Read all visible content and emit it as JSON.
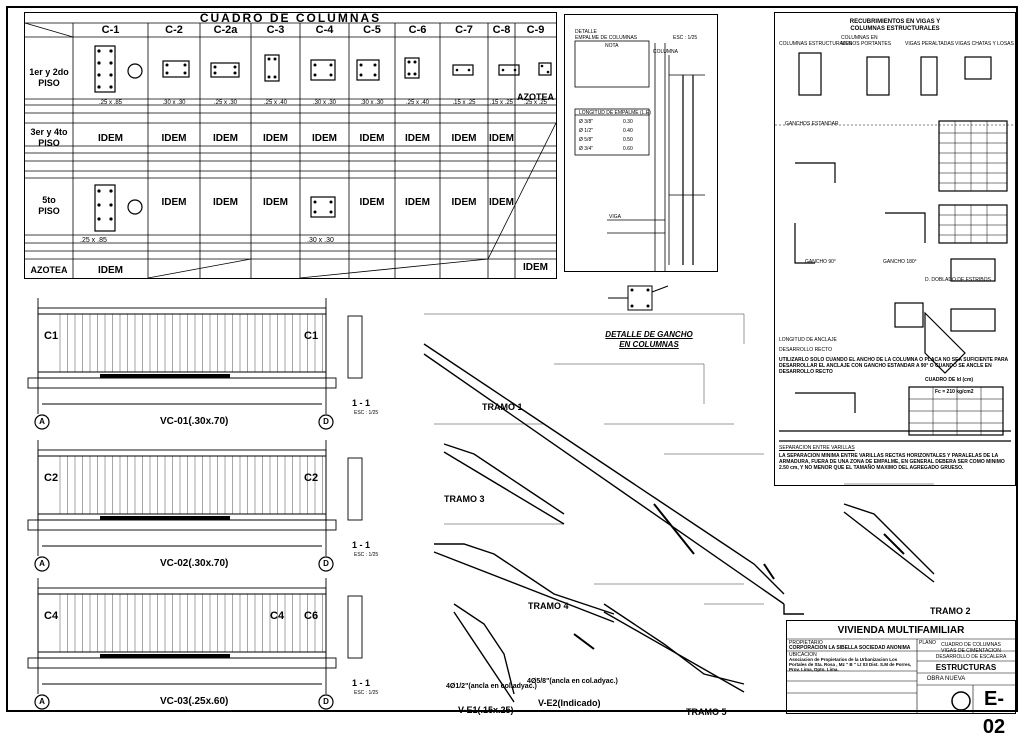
{
  "sheet_code": "E-02",
  "columns_table": {
    "title": "CUADRO  DE  COLUMNAS",
    "columns": [
      "C-1",
      "C-2",
      "C-2a",
      "C-3",
      "C-4",
      "C-5",
      "C-6",
      "C-7",
      "C-8",
      "C-9"
    ],
    "rows": [
      "1er y 2do\nPISO",
      "3er y 4to\nPISO",
      "5to\nPISO",
      "AZOTEA"
    ],
    "idem": "IDEM",
    "azotea_label": "AZOTEA",
    "sizes_row1": [
      ".25 x .85",
      ".30 x .30",
      ".25 x .30",
      ".25 x .40",
      ".30 x .30",
      ".30 x .30",
      ".25 x .40",
      ".15 x .25",
      ".15 x .25",
      ".25 x .25"
    ],
    "size_5to_c1": ".25 x .85",
    "size_5to_c4": ".30 x .30"
  },
  "detail_empalme": {
    "title": "DETALLE\nEMPALME DE COLUMNAS",
    "scale": "ESC : 1/25",
    "note_title": "NOTA",
    "table_title": "LONGITUD DE EMPALME (L.E)",
    "rows": [
      [
        "Ø 3/8\"",
        "0.30"
      ],
      [
        "Ø 1/2\"",
        "0.40"
      ],
      [
        "Ø 5/8\"",
        "0.50"
      ],
      [
        "Ø 3/4\"",
        "0.60"
      ]
    ],
    "viga_label": "VIGA",
    "columna_label": "COLUMNA"
  },
  "detalle_gancho": {
    "title_line1": "DETALLE  DE  GANCHO",
    "title_line2": "EN  COLUMNAS"
  },
  "recubrimientos": {
    "title_line1": "RECUBRIMIENTOS EN VIGAS Y",
    "title_line2": "COLUMNAS ESTRUCTURALES",
    "labels": [
      "COLUMNAS ESTRUCTURALES",
      "COLUMNAS EN\nMUROS PORTANTES",
      "VIGAS PERALTADAS",
      "VIGAS CHATAS Y LOSAS"
    ],
    "ganchos_title": "GANCHOS ESTANDAR",
    "anclaje_title": "LONGITUD DE ANCLAJE",
    "desarrollo_title": "DESARROLLO RECTO",
    "empalme_note": "UTILIZARLO SOLO CUANDO EL ANCHO DE LA COLUMNA O PLACA NO SEA SUFICIENTE PARA DESARROLLAR EL ANCLAJE CON GANCHO ESTANDAR A 90° O CUANDO SE ANCLE EN DESARROLLO RECTO",
    "ld_title": "CUADRO DE ld (cm)",
    "ld_fc": "Fc = 210 kg/cm2",
    "separacion_title": "SEPARACION ENTRE VARILLAS",
    "separacion_text": "LA SEPARACION MINIMA ENTRE VARILLAS RECTAS HORIZONTALES Y PARALELAS DE LA ARMADURA, FUERA DE UNA ZONA DE EMPALME, EN GENERAL DEBERA SER COMO MINIMO 2.50 cm, Y NO MENOR QUE EL TAMAÑO MAXIMO DEL AGREGADO GRUESO.",
    "gancho90": "GANCHO 90°",
    "gancho180": "GANCHO 180°",
    "doblado": "D. DOBLADO DE ESTRIBOS"
  },
  "vigas": [
    {
      "title": "VC-01(.30x.70)",
      "col_left": "C1",
      "col_right": "C1",
      "axis_left": "A",
      "axis_right": "D",
      "section": "1 - 1",
      "section_scale": "ESC : 1/25"
    },
    {
      "title": "VC-02(.30x.70)",
      "col_left": "C2",
      "col_right": "C2",
      "axis_left": "A",
      "axis_right": "D",
      "section": "1 - 1",
      "section_scale": "ESC : 1/25"
    },
    {
      "title": "VC-03(.25x.60)",
      "col_left": "C4",
      "col_right": "C6",
      "col_mid": "C4",
      "axis_left": "A",
      "axis_right": "D",
      "section": "1 - 1",
      "section_scale": "ESC : 1/25"
    }
  ],
  "escalera": {
    "tramos": [
      "TRAMO 1",
      "TRAMO 2",
      "TRAMO 3",
      "TRAMO 4",
      "TRAMO 5"
    ],
    "ve1_note": "4Ø1/2\"(ancla en col.adyac.)",
    "ve1_title": "V-E1(.15x.25)",
    "ve2_note": "4Ø5/8\"(ancla en col.adyac.)",
    "ve2_title": "V-E2(Indicado)"
  },
  "title_block": {
    "project": "VIVIENDA MULTIFAMILIAR",
    "owner_label": "PROPIETARIO",
    "owner": "CORPORACION LA SIBELLA SOCIEDAD ANONIMA",
    "location_label": "UBICACION",
    "location": "Asociacion de Propietarios de la Urbanizacion Los Portales de Sta. Rosa , Mz \" B \" Lt 03 Dist. S.M de Porres, Prov. Lima, Dpto. Lima.",
    "plano_label": "PLANO",
    "plano": "CUADRO DE COLUMNAS\nVIGAS DE CIMENTACION\nDESARROLLO DE ESCALERA",
    "especialidad": "ESTRUCTURAS",
    "obra": "OBRA NUEVA",
    "sheet": "E-02"
  }
}
